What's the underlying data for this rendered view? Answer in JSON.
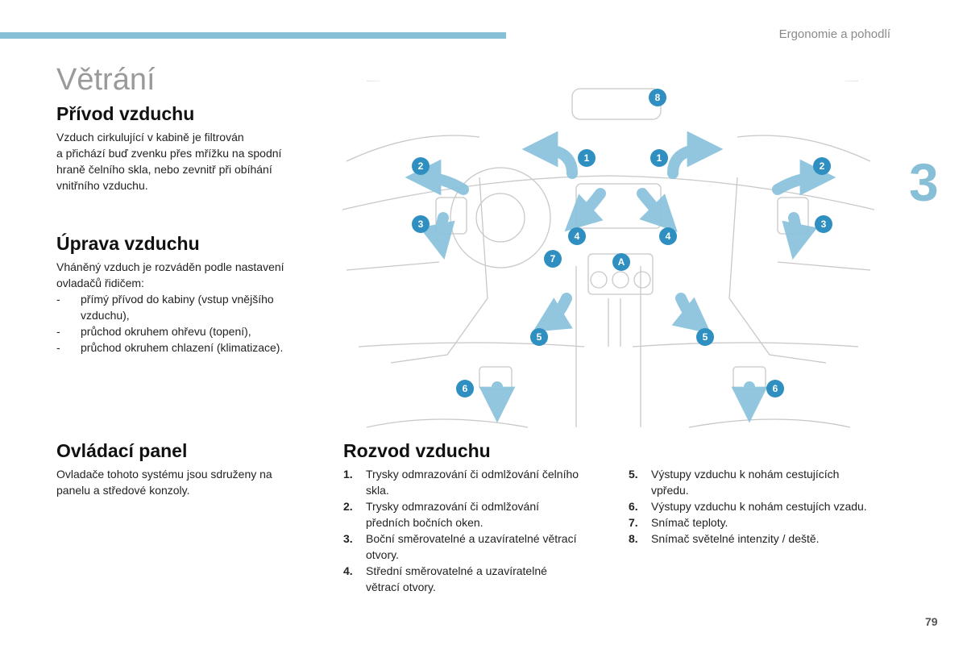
{
  "header": {
    "section_name": "Ergonomie a pohodlí",
    "chapter_number": "3"
  },
  "page_title": "Větrání",
  "intake": {
    "heading": "Přívod vzduchu",
    "lines": [
      "Vzduch cirkulující v kabině je filtrován",
      "a přichází buď zvenku přes mřížku na spodní",
      "hraně čelního skla, nebo zevnitř při obíhání",
      "vnitřního vzduchu."
    ]
  },
  "treatment": {
    "heading": "Úprava vzduchu",
    "lines": [
      "Vháněný vzduch je rozváděn podle nastavení",
      "ovladačů řidičem:"
    ],
    "bullets": [
      {
        "dash": "-",
        "lines": [
          "přímý přívod do kabiny (vstup vnějšího",
          "vzduchu),"
        ]
      },
      {
        "dash": "-",
        "lines": [
          "průchod okruhem ohřevu (topení),"
        ]
      },
      {
        "dash": "-",
        "lines": [
          "průchod okruhem chlazení (klimatizace)."
        ]
      }
    ]
  },
  "panel": {
    "heading": "Ovládací panel",
    "lines": [
      "Ovladače tohoto systému jsou sdruženy na",
      "panelu a středové konzoly."
    ]
  },
  "distribution": {
    "heading": "Rozvod vzduchu",
    "col1": [
      {
        "num": "1.",
        "lines": [
          "Trysky odmrazování či odmlžování čelního",
          "skla."
        ]
      },
      {
        "num": "2.",
        "lines": [
          "Trysky odmrazování či odmlžování",
          "předních bočních oken."
        ]
      },
      {
        "num": "3.",
        "lines": [
          "Boční směrovatelné a uzavíratelné větrací",
          "otvory."
        ]
      },
      {
        "num": "4.",
        "lines": [
          "Střední směrovatelné a uzavíratelné",
          "větrací otvory."
        ]
      }
    ],
    "col2": [
      {
        "num": "5.",
        "lines": [
          "Výstupy vzduchu k nohám cestujících",
          "vpředu."
        ]
      },
      {
        "num": "6.",
        "lines": [
          "Výstupy vzduchu k nohám cestujích vzadu."
        ]
      },
      {
        "num": "7.",
        "lines": [
          "Snímač teploty."
        ]
      },
      {
        "num": "8.",
        "lines": [
          "Snímač světelné intenzity / deště."
        ]
      }
    ]
  },
  "diagram": {
    "badges": {
      "b8": "8",
      "b1l": "1",
      "b1r": "1",
      "b2l": "2",
      "b2r": "2",
      "b3l": "3",
      "b3r": "3",
      "b4l": "4",
      "b4r": "4",
      "bA": "A",
      "b7": "7",
      "b5l": "5",
      "b5r": "5",
      "b6l": "6",
      "b6r": "6"
    },
    "colors": {
      "badge": "#2e8fc0",
      "arrow": "#8cc3dd",
      "line": "#c8c8c8"
    }
  },
  "footer": {
    "page_number": "79"
  }
}
